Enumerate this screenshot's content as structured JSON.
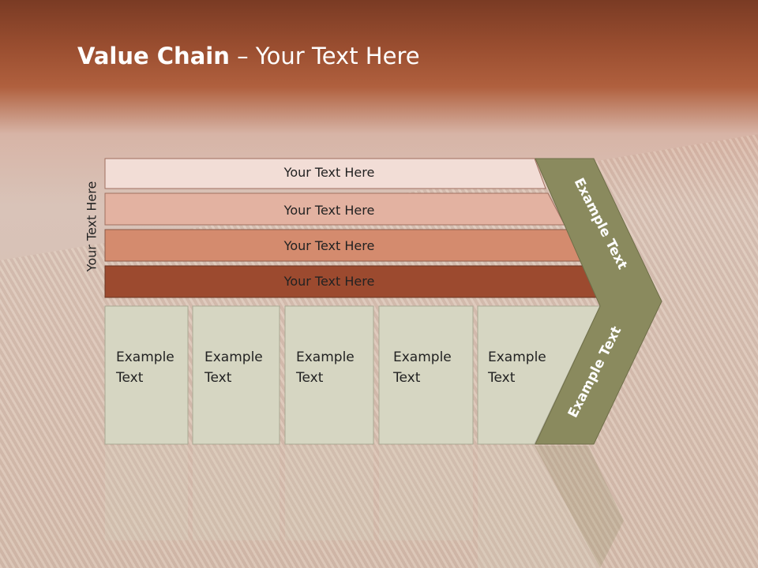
{
  "title": {
    "bold": "Value Chain",
    "rest": " – Your Text Here"
  },
  "side_label": "Your Text Here",
  "bars": [
    {
      "label": "Your Text Here",
      "color": "#f2ddd6"
    },
    {
      "label": "Your Text Here",
      "color": "#e3b2a1"
    },
    {
      "label": "Your Text Here",
      "color": "#d48b6e"
    },
    {
      "label": "Your Text Here",
      "color": "#9c4a2f"
    }
  ],
  "boxes": [
    {
      "line1": "Example",
      "line2": "Text"
    },
    {
      "line1": "Example",
      "line2": "Text"
    },
    {
      "line1": "Example",
      "line2": "Text"
    },
    {
      "line1": "Example",
      "line2": "Text"
    },
    {
      "line1": "Example",
      "line2": "Text"
    }
  ],
  "chevron": {
    "upper": "Example Text",
    "lower": "Example Text",
    "color": "#8a8a5e"
  },
  "box_color": "#d6d6c2"
}
